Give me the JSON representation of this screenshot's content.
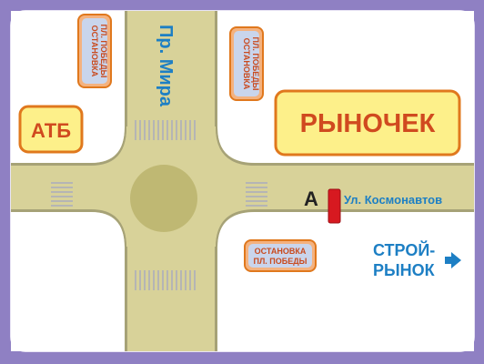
{
  "map": {
    "colors": {
      "frame": "#8f80c3",
      "background": "#ffffff",
      "road_fill": "#d8d299",
      "road_edge": "#a6a277",
      "sign_fill": "#fdf08a",
      "sign_border": "#e0781d",
      "sign_text": "#d04a1f",
      "blue_text": "#1d7fc4",
      "marker": "#d71920"
    },
    "labels": {
      "atb": "АТБ",
      "rynochek": "РЫНОЧЕК",
      "street_mira": "Пр. Мира",
      "street_kosmonavtov": "Ул. Космонавтов",
      "stroy_line1": "СТРОЙ-",
      "stroy_line2": "РЫНОК",
      "point_a": "А",
      "stop_top_left_line1": "ОСТАНОВКА",
      "stop_top_left_line2": "ПЛ. ПОБЕДЫ",
      "stop_top_right_line1": "ОСТАНОВКА",
      "stop_top_right_line2": "ПЛ. ПОБЕДЫ",
      "stop_bottom_line1": "ОСТАНОВКА",
      "stop_bottom_line2": "ПЛ. ПОБЕДЫ"
    },
    "icons": {
      "direction": "arrow-right-icon"
    }
  }
}
